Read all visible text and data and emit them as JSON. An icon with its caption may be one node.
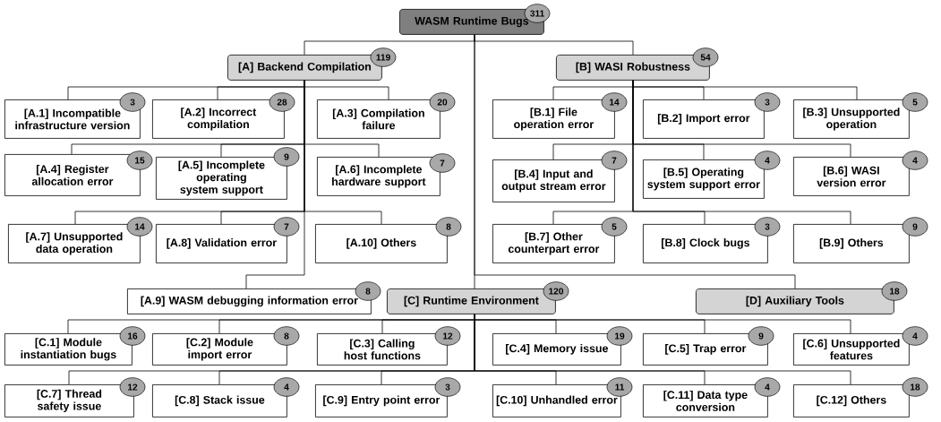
{
  "diagram": {
    "nodes": [
      {
        "text": [
          "311",
          "WASM Runtime Bugs"
        ]
      },
      {
        "text": [
          "119",
          "[A] Backend Compilation"
        ]
      },
      {
        "text": [
          "54",
          "[B] WASI Robustness"
        ]
      },
      {
        "text": [
          "120",
          "[C] Runtime Environment"
        ]
      },
      {
        "text": [
          "18",
          "[D] Auxiliary Tools"
        ]
      },
      {
        "text": [
          "3",
          "[A.1] Incompatible infrastructure version"
        ]
      },
      {
        "text": [
          "28",
          "[A.2] Incorrect compilation"
        ]
      },
      {
        "text": [
          "20",
          "[A.3] Compilation failure"
        ]
      },
      {
        "text": [
          "15",
          "[A.4] Register allocation error"
        ]
      },
      {
        "text": [
          "9",
          "[A.5] Incomplete operating system support"
        ]
      },
      {
        "text": [
          "7",
          "[A.6] Incomplete hardware support"
        ]
      },
      {
        "text": [
          "14",
          "[A.7] Unsupported data operation"
        ]
      },
      {
        "text": [
          "7",
          "[A.8] Validation error"
        ]
      },
      {
        "text": [
          "8",
          "[A.9] WASM debugging information error"
        ]
      },
      {
        "text": [
          "8",
          "[A.10] Others"
        ]
      },
      {
        "text": [
          "14",
          "[B.1] File operation error"
        ]
      },
      {
        "text": [
          "3",
          "[B.2] Import error"
        ]
      },
      {
        "text": [
          "5",
          "[B.3] Unsupported operation"
        ]
      },
      {
        "text": [
          "7",
          "[B.4] Input and output stream error"
        ]
      },
      {
        "text": [
          "4",
          "[B.5] Operating system support error"
        ]
      },
      {
        "text": [
          "4",
          "[B.6] WASI version error"
        ]
      },
      {
        "text": [
          "5",
          "[B.7] Other counterpart error"
        ]
      },
      {
        "text": [
          "3",
          "[B.8] Clock bugs"
        ]
      },
      {
        "text": [
          "9",
          "[B.9] Others"
        ]
      },
      {
        "text": [
          "16",
          "[C.1] Module instantiation bugs"
        ]
      },
      {
        "text": [
          "8",
          "[C.2] Module import error"
        ]
      },
      {
        "text": [
          "12",
          "[C.3] Calling host functions"
        ]
      },
      {
        "text": [
          "19",
          "[C.4] Memory issue"
        ]
      },
      {
        "text": [
          "9",
          "[C.5] Trap error"
        ]
      },
      {
        "text": [
          "4",
          "[C.6] Unsupported features"
        ]
      },
      {
        "text": [
          "12",
          "[C.7] Thread safety issue"
        ]
      },
      {
        "text": [
          "4",
          "[C.8] Stack issue"
        ]
      },
      {
        "text": [
          "3",
          "[C.9] Entry point error"
        ]
      },
      {
        "text": [
          "11",
          "[C.10] Unhandled error"
        ]
      },
      {
        "text": [
          "4",
          "[C.11] Data type conversion"
        ]
      },
      {
        "text": [
          "18",
          "[C.12] Others"
        ]
      }
    ],
    "edges": [
      {
        "from": 0,
        "to": 1,
        "arrow": "none"
      },
      {
        "from": 0,
        "to": 2,
        "arrow": "none"
      },
      {
        "from": 0,
        "to": 3,
        "arrow": "none"
      },
      {
        "from": 0,
        "to": 4,
        "arrow": "none"
      },
      {
        "from": 1,
        "to": 5,
        "arrow": "none"
      },
      {
        "from": 1,
        "to": 6,
        "arrow": "none"
      },
      {
        "from": 1,
        "to": 7,
        "arrow": "none"
      },
      {
        "from": 1,
        "to": 8,
        "arrow": "none"
      },
      {
        "from": 1,
        "to": 9,
        "arrow": "none"
      },
      {
        "from": 1,
        "to": 10,
        "arrow": "none"
      },
      {
        "from": 1,
        "to": 11,
        "arrow": "none"
      },
      {
        "from": 1,
        "to": 12,
        "arrow": "none"
      },
      {
        "from": 1,
        "to": 13,
        "arrow": "none"
      },
      {
        "from": 1,
        "to": 14,
        "arrow": "none"
      },
      {
        "from": 2,
        "to": 15,
        "arrow": "none"
      },
      {
        "from": 2,
        "to": 16,
        "arrow": "none"
      },
      {
        "from": 2,
        "to": 17,
        "arrow": "none"
      },
      {
        "from": 2,
        "to": 18,
        "arrow": "none"
      },
      {
        "from": 2,
        "to": 19,
        "arrow": "none"
      },
      {
        "from": 2,
        "to": 20,
        "arrow": "none"
      },
      {
        "from": 2,
        "to": 21,
        "arrow": "none"
      },
      {
        "from": 2,
        "to": 22,
        "arrow": "none"
      },
      {
        "from": 2,
        "to": 23,
        "arrow": "none"
      },
      {
        "from": 3,
        "to": 24,
        "arrow": "none"
      },
      {
        "from": 3,
        "to": 25,
        "arrow": "none"
      },
      {
        "from": 3,
        "to": 26,
        "arrow": "none"
      },
      {
        "from": 3,
        "to": 27,
        "arrow": "none"
      },
      {
        "from": 3,
        "to": 28,
        "arrow": "none"
      },
      {
        "from": 3,
        "to": 29,
        "arrow": "none"
      },
      {
        "from": 3,
        "to": 30,
        "arrow": "none"
      },
      {
        "from": 3,
        "to": 31,
        "arrow": "none"
      },
      {
        "from": 3,
        "to": 32,
        "arrow": "none"
      },
      {
        "from": 3,
        "to": 33,
        "arrow": "none"
      },
      {
        "from": 3,
        "to": 34,
        "arrow": "none"
      },
      {
        "from": 3,
        "to": 35,
        "arrow": "none"
      }
    ]
  }
}
